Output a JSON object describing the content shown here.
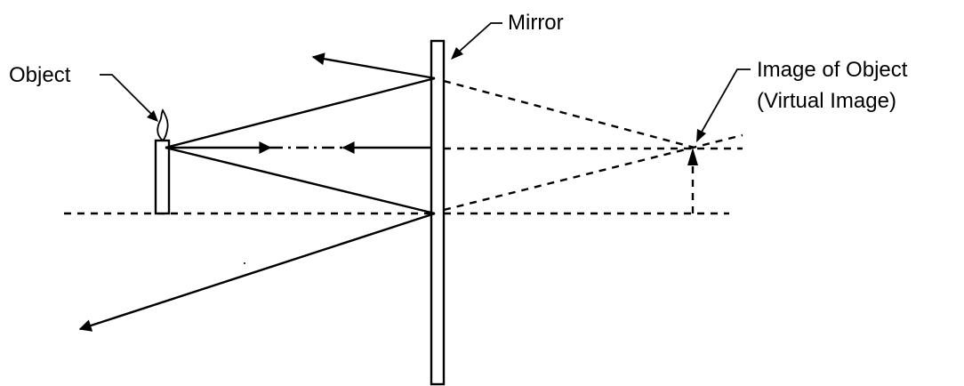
{
  "labels": {
    "mirror": "Mirror",
    "object": "Object",
    "image_line1": "Image of Object",
    "image_line2": "(Virtual Image)"
  },
  "colors": {
    "ink": "#000000",
    "background": "#ffffff"
  }
}
